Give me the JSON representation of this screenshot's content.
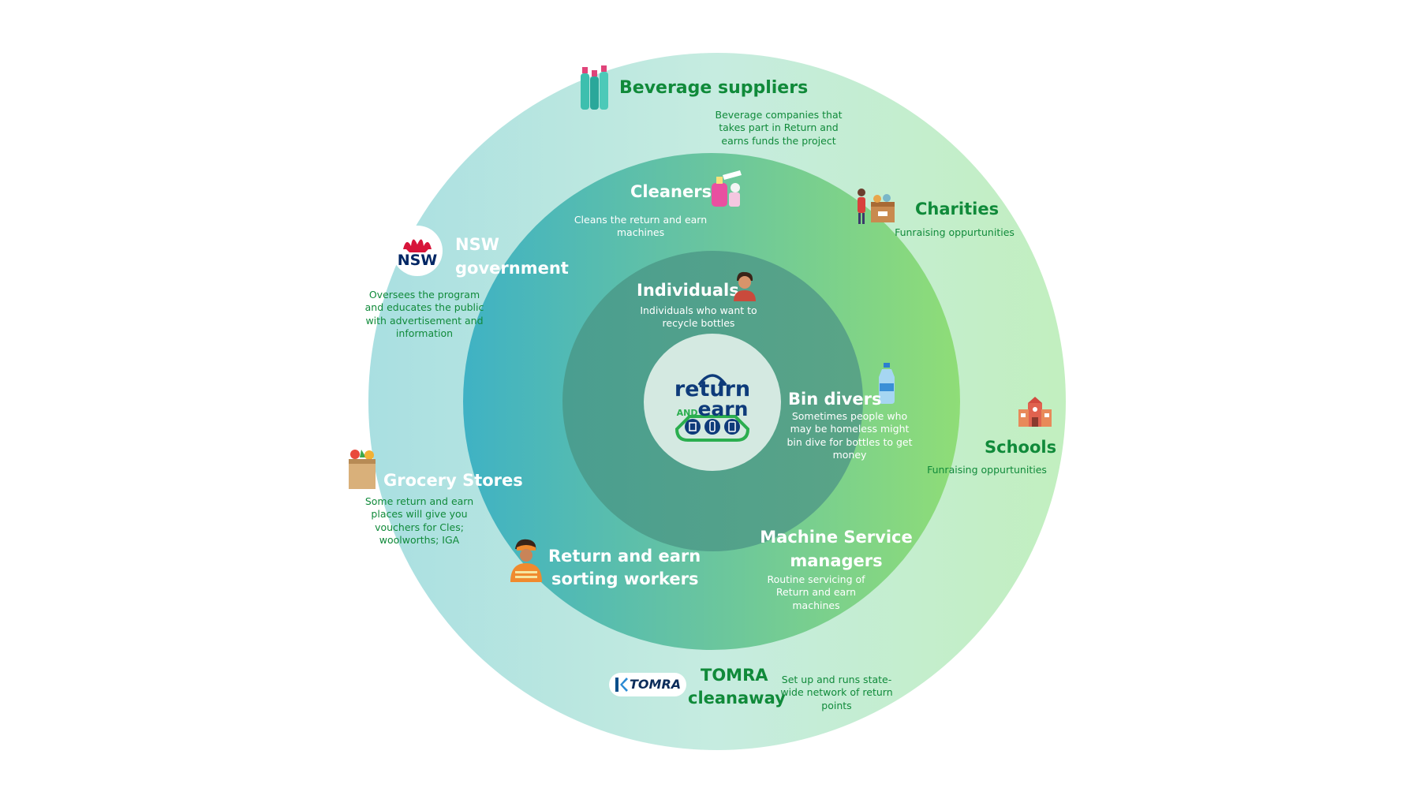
{
  "center_logo": {
    "line1": "return",
    "line2a": "AND",
    "line2b": "earn"
  },
  "colors": {
    "dark_green_text": "#108a3a",
    "white_text": "#ffffff",
    "logo_navy": "#0e3b7a",
    "logo_green": "#2bae4f"
  },
  "stakeholders": {
    "beverage": {
      "title": "Beverage suppliers",
      "desc": "Beverage companies that takes part in Return and earns funds the project",
      "icon": "bottles-icon"
    },
    "cleaners": {
      "title": "Cleaners",
      "desc": "Cleans the return and earn machines",
      "icon": "cleaning-supplies-icon"
    },
    "charities": {
      "title": "Charities",
      "desc": "Funraising oppurtunities",
      "icon": "donation-box-icon"
    },
    "nsw": {
      "title_line1": "NSW",
      "title_line2": "government",
      "logo_text": "NSW",
      "desc": "Oversees the program and educates the public with advertisement and information",
      "icon": "waratah-icon"
    },
    "individuals": {
      "title": "Individuals",
      "desc": "Individuals who want to recycle bottles",
      "icon": "person-icon"
    },
    "bin_divers": {
      "title": "Bin divers",
      "desc": "Sometimes people who may be homeless might bin dive for bottles to get money",
      "icon": "water-bottle-icon"
    },
    "schools": {
      "title": "Schools",
      "desc": "Funraising oppurtunities",
      "icon": "school-building-icon"
    },
    "grocery": {
      "title": "Grocery Stores",
      "desc": "Some return and earn places will give you vouchers for Cles; woolworths; IGA",
      "icon": "grocery-bag-icon"
    },
    "sorting": {
      "title_line1": "Return and earn",
      "title_line2": "sorting workers",
      "icon": "worker-icon"
    },
    "machine": {
      "title_line1": "Machine Service",
      "title_line2": "managers",
      "desc": "Routine servicing of Return and earn machines"
    },
    "tomra": {
      "title_line1": "TOMRA",
      "title_line2": "cleanaway",
      "logo_text": "TOMRA",
      "desc": "Set up and runs  state-wide network of return points"
    }
  }
}
